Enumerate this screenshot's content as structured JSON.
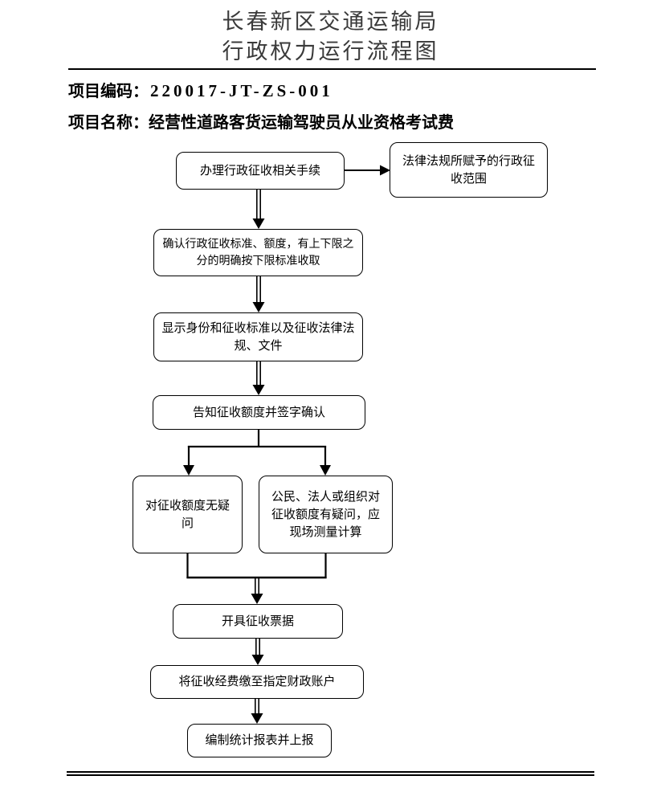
{
  "header": {
    "title_line1": "长春新区交通运输局",
    "title_line2": "行政权力运行流程图",
    "project_code_label": "项目编码：",
    "project_code_value": "220017-JT-ZS-001",
    "project_name_label": "项目名称：",
    "project_name_value": "经营性道路客货运输驾驶员从业资格考试费"
  },
  "flowchart": {
    "nodes": {
      "step1": "办理行政征收相关手续",
      "side_note": "法律法规所赋予的行政征收范围",
      "step2": "确认行政征收标准、额度，有上下限之分的明确按下限标准收取",
      "step3": "显示身份和征收标准以及征收法律法规、文件",
      "step4": "告知征收额度并签字确认",
      "branch_left": "对征收额度无疑问",
      "branch_right": "公民、法人或组织对征收额度有疑问，应现场测量计算",
      "step5": "开具征收票据",
      "step6": "将征收经费缴至指定财政账户",
      "step7": "编制统计报表并上报"
    }
  },
  "colors": {
    "line": "#000000",
    "box_border": "#000000",
    "box_fill": "#ffffff",
    "text": "#000000",
    "title_text": "#3a3a3a"
  }
}
